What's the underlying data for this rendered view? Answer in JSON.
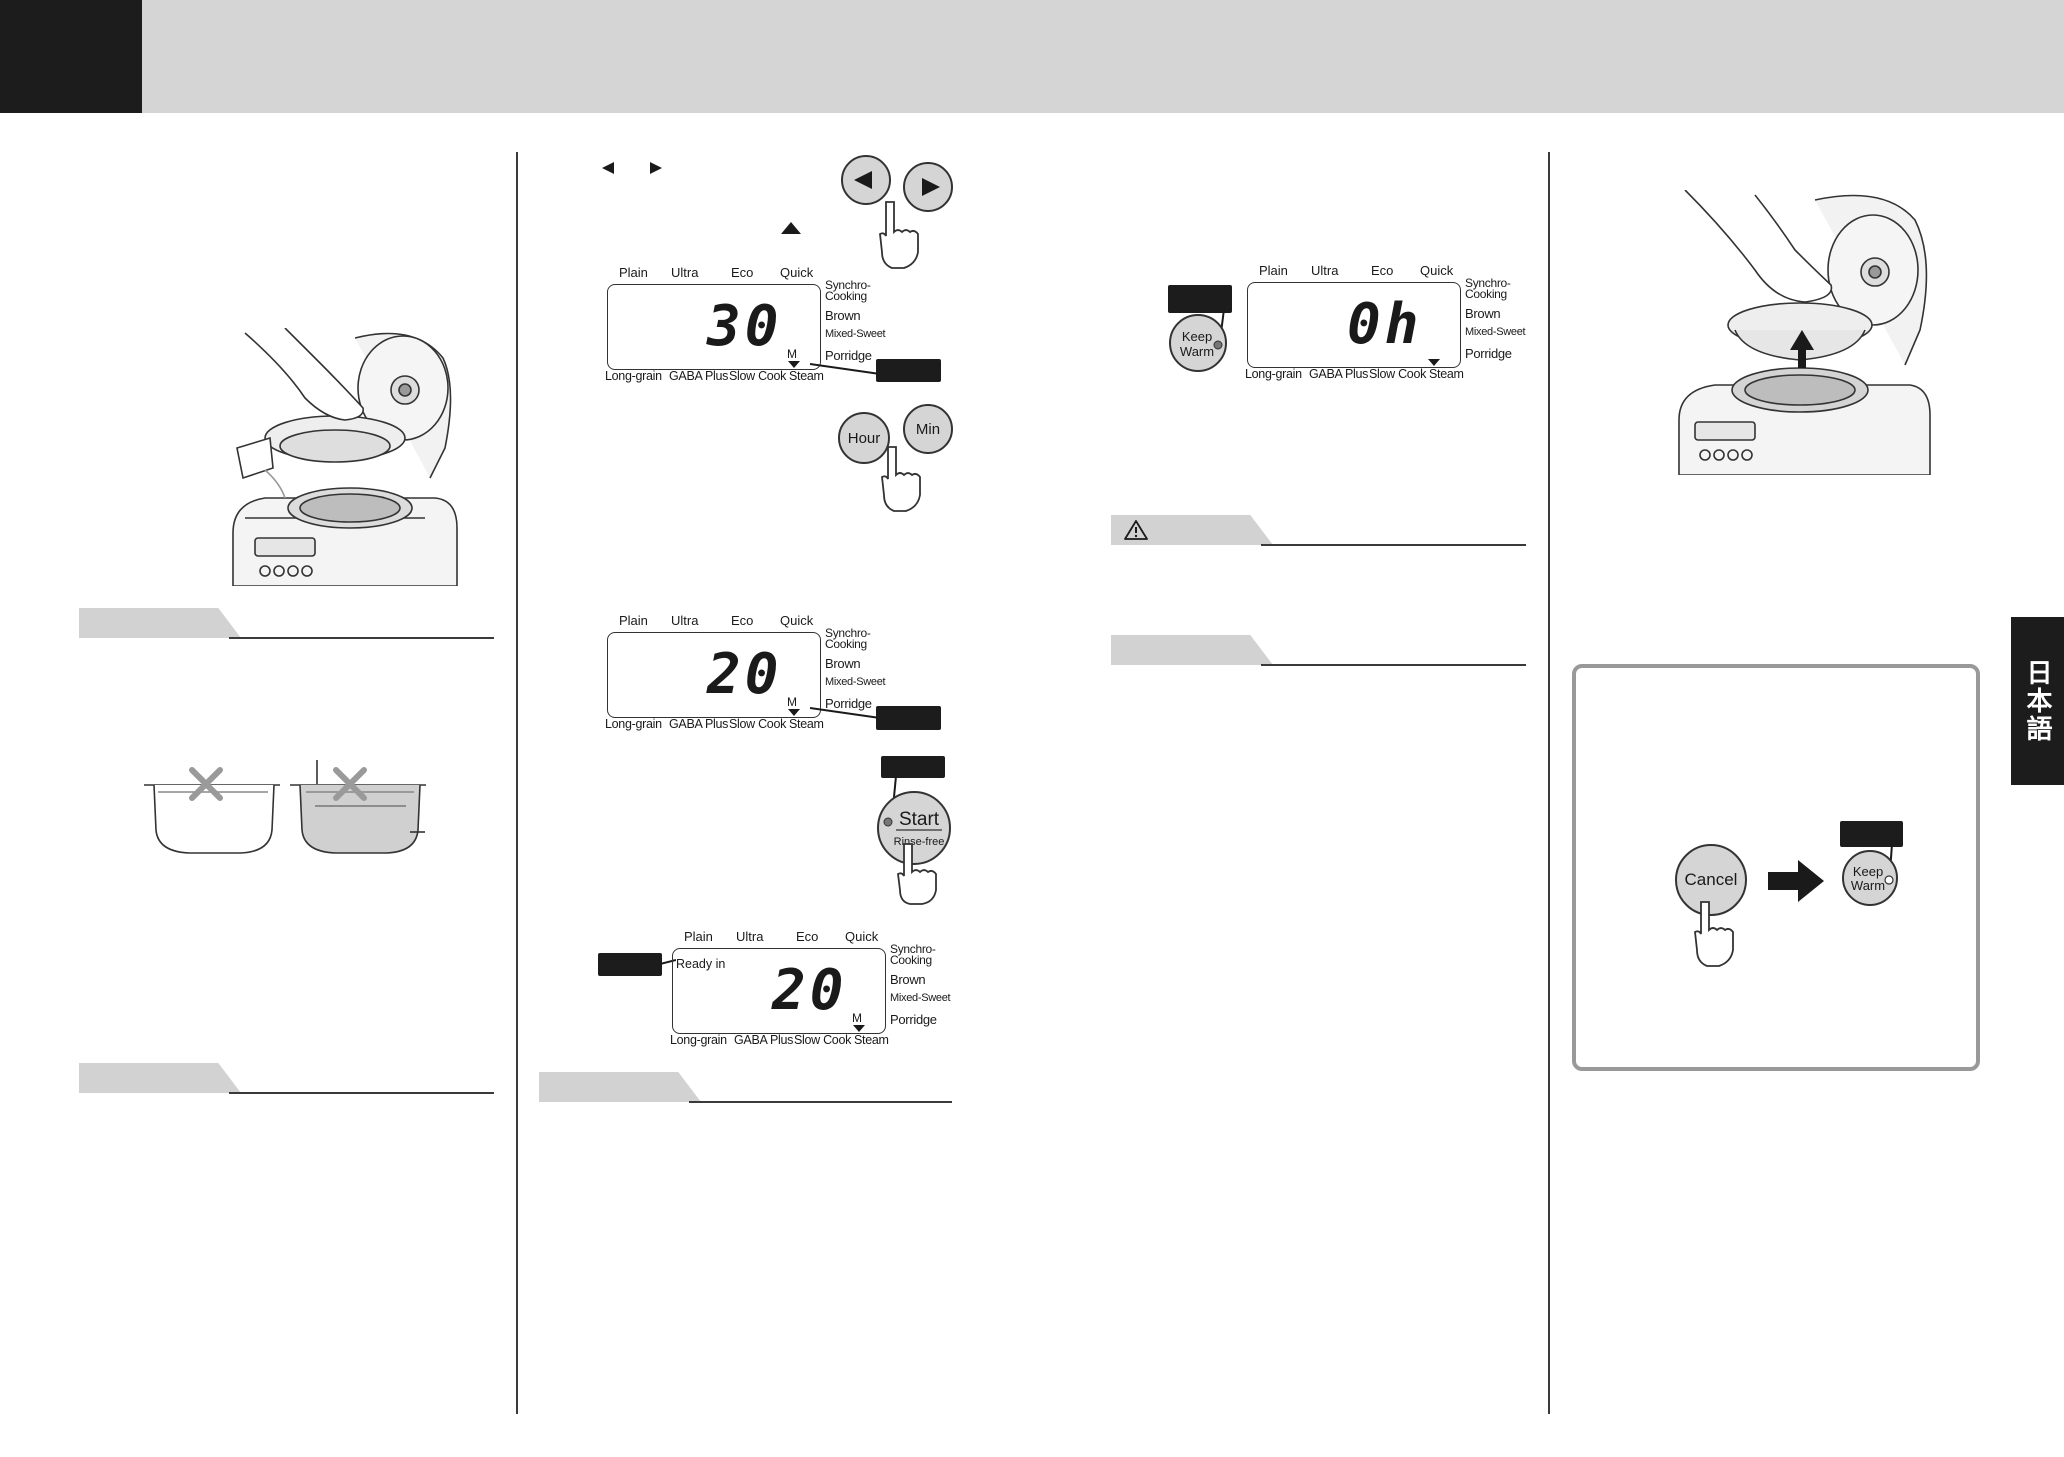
{
  "language_tab": "日本語",
  "lcd_labels": {
    "top": [
      "Plain",
      "Ultra",
      "Eco",
      "Quick"
    ],
    "side": [
      "Synchro-",
      "Cooking",
      "Brown",
      "Mixed-Sweet",
      "Porridge"
    ],
    "bottom": [
      "Long-grain",
      "GABA Plus",
      "Slow Cook",
      "Steam"
    ]
  },
  "lcd_1": {
    "digits": "30",
    "unit": "M"
  },
  "lcd_2": {
    "digits": "20",
    "unit": "M"
  },
  "lcd_3": {
    "status": "Ready in",
    "digits": "20",
    "unit": "M"
  },
  "lcd_4": {
    "digits": "0h"
  },
  "buttons": {
    "hour": "Hour",
    "min": "Min",
    "start": "Start",
    "start_sub": "Rinse-free",
    "keep_warm_1": "Keep",
    "keep_warm_2": "Warm",
    "cancel": "Cancel"
  },
  "icons": [
    "left-arrow-icon",
    "right-arrow-icon",
    "up-triangle-icon",
    "warning-icon",
    "pointing-hand-icon",
    "cross-mark-icon",
    "arrow-right-icon"
  ]
}
